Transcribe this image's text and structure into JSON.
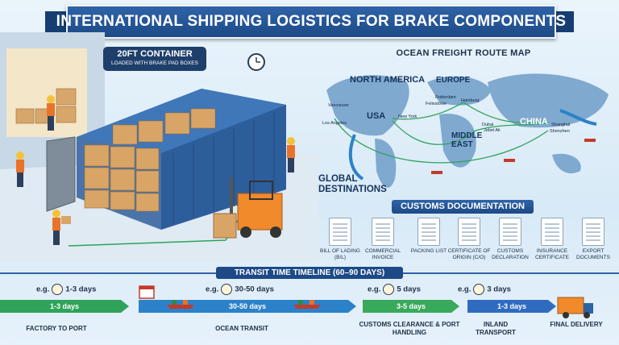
{
  "title": "INTERNATIONAL SHIPPING LOGISTICS FOR BRAKE COMPONENTS",
  "container": {
    "label": "20FT CONTAINER",
    "sub": "LOADED WITH BRAKE PAD BOXES"
  },
  "map": {
    "title": "OCEAN FREIGHT ROUTE MAP",
    "regions": {
      "north_america": "NORTH AMERICA",
      "usa": "USA",
      "europe": "EUROPE",
      "middle_east": "MIDDLE EAST",
      "china": "CHINA"
    },
    "cities": {
      "vancouver": "Vancouver",
      "los_angeles": "Los Angeles",
      "new_york": "New York",
      "rotterdam": "Rotterdam",
      "felixstowe": "Felixstowe",
      "hamburg": "Hamburg",
      "dubai": "Dubai",
      "jebel_ali": "Jebel Ali",
      "shanghai": "Shanghai",
      "shenzhen": "Shenzhen"
    },
    "global": "GLOBAL DESTINATIONS"
  },
  "customs": {
    "title": "CUSTOMS DOCUMENTATION",
    "docs": [
      {
        "label": "BILL OF LADING (B/L)"
      },
      {
        "label": "COMMERCIAL INVOICE"
      },
      {
        "label": "PACKING LIST"
      },
      {
        "label": "CERTIFICATE OF ORIGIN (C/O)"
      },
      {
        "label": "CUSTOMS DECLARATION"
      },
      {
        "label": "INSURANCE CERTIFICATE"
      },
      {
        "label": "EXPORT DOCUMENTS"
      }
    ]
  },
  "timeline": {
    "title": "TRANSIT TIME TIMELINE (60–90 DAYS)",
    "eg_prefix": "e.g.",
    "stages": [
      {
        "eg": "1-3 days",
        "bar": "1-3 days",
        "name": "FACTORY TO PORT",
        "color": "#2fa35a"
      },
      {
        "eg": "30-50 days",
        "bar": "30-50 days",
        "name": "OCEAN TRANSIT",
        "color": "#2b82c9"
      },
      {
        "eg": "5 days",
        "bar": "3-5 days",
        "name": "CUSTOMS CLEARANCE & PORT HANDLING",
        "color": "#39a95c"
      },
      {
        "eg": "3 days",
        "bar": "1-3 days",
        "name": "INLAND TRANSPORT",
        "color": "#2f6cc0"
      },
      {
        "name": "FINAL DELIVERY"
      }
    ]
  }
}
